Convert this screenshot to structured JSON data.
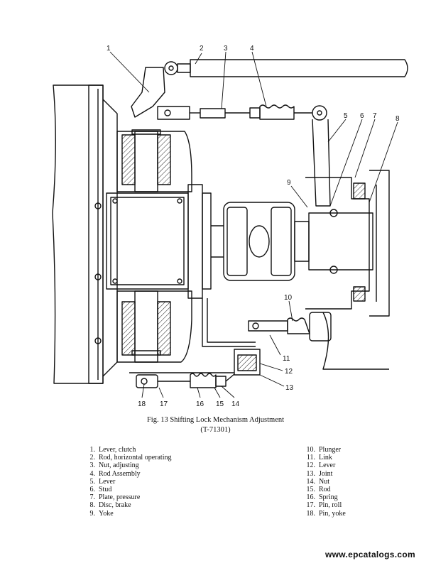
{
  "figure": {
    "caption_line1": "Fig. 13 Shifting Lock Mechanism Adjustment",
    "caption_line2": "(T-71301)"
  },
  "callouts": [
    "1",
    "2",
    "3",
    "4",
    "5",
    "6",
    "7",
    "8",
    "9",
    "10",
    "11",
    "12",
    "13",
    "14",
    "15",
    "16",
    "17",
    "18"
  ],
  "legend": {
    "left": [
      {
        "num": "1.",
        "text": "Lever, clutch"
      },
      {
        "num": "2.",
        "text": "Rod, horizontal operating"
      },
      {
        "num": "3.",
        "text": "Nut, adjusting"
      },
      {
        "num": "4.",
        "text": "Rod Assembly"
      },
      {
        "num": "5.",
        "text": "Lever"
      },
      {
        "num": "6.",
        "text": "Stud"
      },
      {
        "num": "7.",
        "text": "Plate, pressure"
      },
      {
        "num": "8.",
        "text": "Disc, brake"
      },
      {
        "num": "9.",
        "text": "Yoke"
      }
    ],
    "right": [
      {
        "num": "10.",
        "text": "Plunger"
      },
      {
        "num": "11.",
        "text": "Link"
      },
      {
        "num": "12.",
        "text": "Lever"
      },
      {
        "num": "13.",
        "text": "Joint"
      },
      {
        "num": "14.",
        "text": "Nut"
      },
      {
        "num": "15.",
        "text": "Rod"
      },
      {
        "num": "16.",
        "text": "Spring"
      },
      {
        "num": "17.",
        "text": "Pin, roll"
      },
      {
        "num": "18.",
        "text": "Pin, yoke"
      }
    ]
  },
  "watermark": "www.epcatalogs.com"
}
